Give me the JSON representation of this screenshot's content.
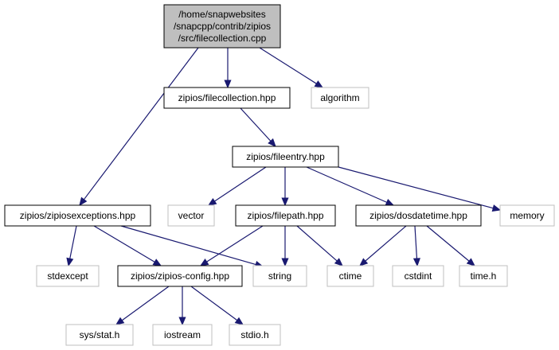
{
  "diagram": {
    "colors": {
      "edge": "#191970",
      "root_fill": "#bfbfbf",
      "documented_border": "#000000",
      "external_border": "#bfbfbf",
      "background": "#ffffff"
    },
    "nodes": [
      {
        "id": "root",
        "kind": "root",
        "lines": [
          "/home/snapwebsites",
          "/snapcpp/contrib/zipios",
          "/src/filecollection.cpp"
        ]
      },
      {
        "id": "filecollection_hpp",
        "kind": "documented",
        "lines": [
          "zipios/filecollection.hpp"
        ]
      },
      {
        "id": "algorithm",
        "kind": "external",
        "lines": [
          "algorithm"
        ]
      },
      {
        "id": "fileentry_hpp",
        "kind": "documented",
        "lines": [
          "zipios/fileentry.hpp"
        ]
      },
      {
        "id": "zipiosexceptions_hpp",
        "kind": "documented",
        "lines": [
          "zipios/zipiosexceptions.hpp"
        ]
      },
      {
        "id": "vector",
        "kind": "external",
        "lines": [
          "vector"
        ]
      },
      {
        "id": "filepath_hpp",
        "kind": "documented",
        "lines": [
          "zipios/filepath.hpp"
        ]
      },
      {
        "id": "dosdatetime_hpp",
        "kind": "documented",
        "lines": [
          "zipios/dosdatetime.hpp"
        ]
      },
      {
        "id": "memory",
        "kind": "external",
        "lines": [
          "memory"
        ]
      },
      {
        "id": "stdexcept",
        "kind": "external",
        "lines": [
          "stdexcept"
        ]
      },
      {
        "id": "zipios_config_hpp",
        "kind": "documented",
        "lines": [
          "zipios/zipios-config.hpp"
        ]
      },
      {
        "id": "string",
        "kind": "external",
        "lines": [
          "string"
        ]
      },
      {
        "id": "ctime",
        "kind": "external",
        "lines": [
          "ctime"
        ]
      },
      {
        "id": "cstdint",
        "kind": "external",
        "lines": [
          "cstdint"
        ]
      },
      {
        "id": "time_h",
        "kind": "external",
        "lines": [
          "time.h"
        ]
      },
      {
        "id": "sys_stat_h",
        "kind": "external",
        "lines": [
          "sys/stat.h"
        ]
      },
      {
        "id": "iostream",
        "kind": "external",
        "lines": [
          "iostream"
        ]
      },
      {
        "id": "stdio_h",
        "kind": "external",
        "lines": [
          "stdio.h"
        ]
      }
    ],
    "edges": [
      {
        "from": "root",
        "to": "filecollection_hpp"
      },
      {
        "from": "root",
        "to": "algorithm"
      },
      {
        "from": "root",
        "to": "zipiosexceptions_hpp"
      },
      {
        "from": "filecollection_hpp",
        "to": "fileentry_hpp"
      },
      {
        "from": "fileentry_hpp",
        "to": "vector"
      },
      {
        "from": "fileentry_hpp",
        "to": "filepath_hpp"
      },
      {
        "from": "fileentry_hpp",
        "to": "dosdatetime_hpp"
      },
      {
        "from": "fileentry_hpp",
        "to": "memory"
      },
      {
        "from": "zipiosexceptions_hpp",
        "to": "stdexcept"
      },
      {
        "from": "zipiosexceptions_hpp",
        "to": "zipios_config_hpp"
      },
      {
        "from": "zipiosexceptions_hpp",
        "to": "string"
      },
      {
        "from": "filepath_hpp",
        "to": "zipios_config_hpp"
      },
      {
        "from": "filepath_hpp",
        "to": "string"
      },
      {
        "from": "filepath_hpp",
        "to": "ctime"
      },
      {
        "from": "dosdatetime_hpp",
        "to": "ctime"
      },
      {
        "from": "dosdatetime_hpp",
        "to": "cstdint"
      },
      {
        "from": "dosdatetime_hpp",
        "to": "time_h"
      },
      {
        "from": "zipios_config_hpp",
        "to": "sys_stat_h"
      },
      {
        "from": "zipios_config_hpp",
        "to": "iostream"
      },
      {
        "from": "zipios_config_hpp",
        "to": "stdio_h"
      }
    ]
  }
}
